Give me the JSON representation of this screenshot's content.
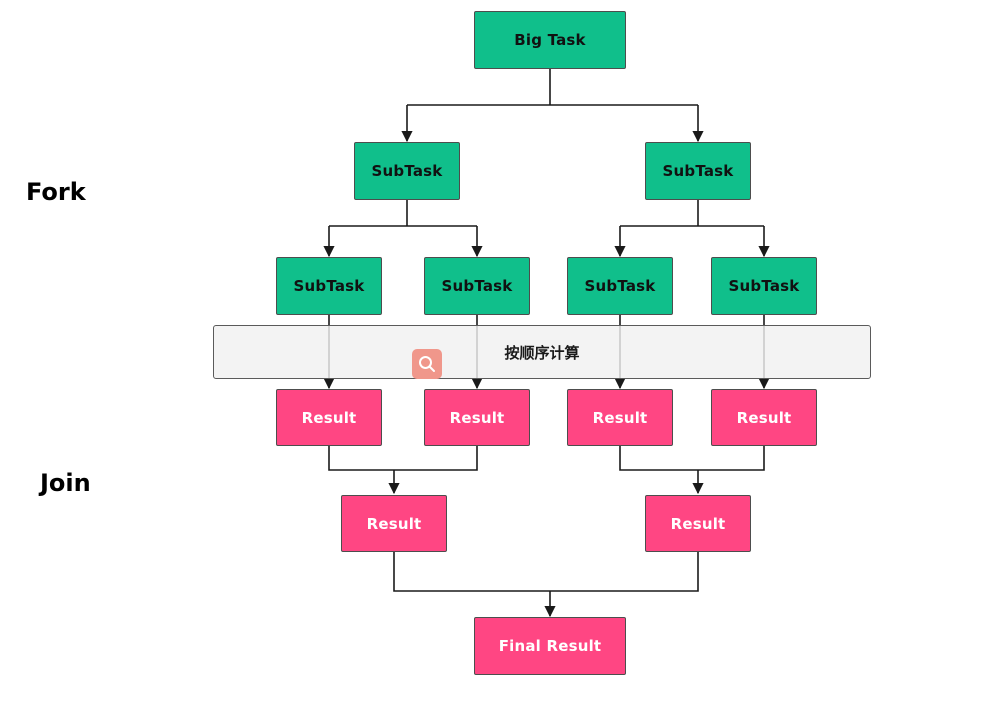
{
  "side_labels": {
    "fork": "Fork",
    "join": "Join"
  },
  "nodes": {
    "big_task": "Big Task",
    "subtask": "SubTask",
    "result": "Result",
    "final_result": "Final Result"
  },
  "band": {
    "label": "按顺序计算",
    "icon": "search-icon"
  },
  "colors": {
    "task": "#10bf8b",
    "result": "#ff4683",
    "connector": "#1a1a1a",
    "band_bg": "#f0f0f0"
  }
}
